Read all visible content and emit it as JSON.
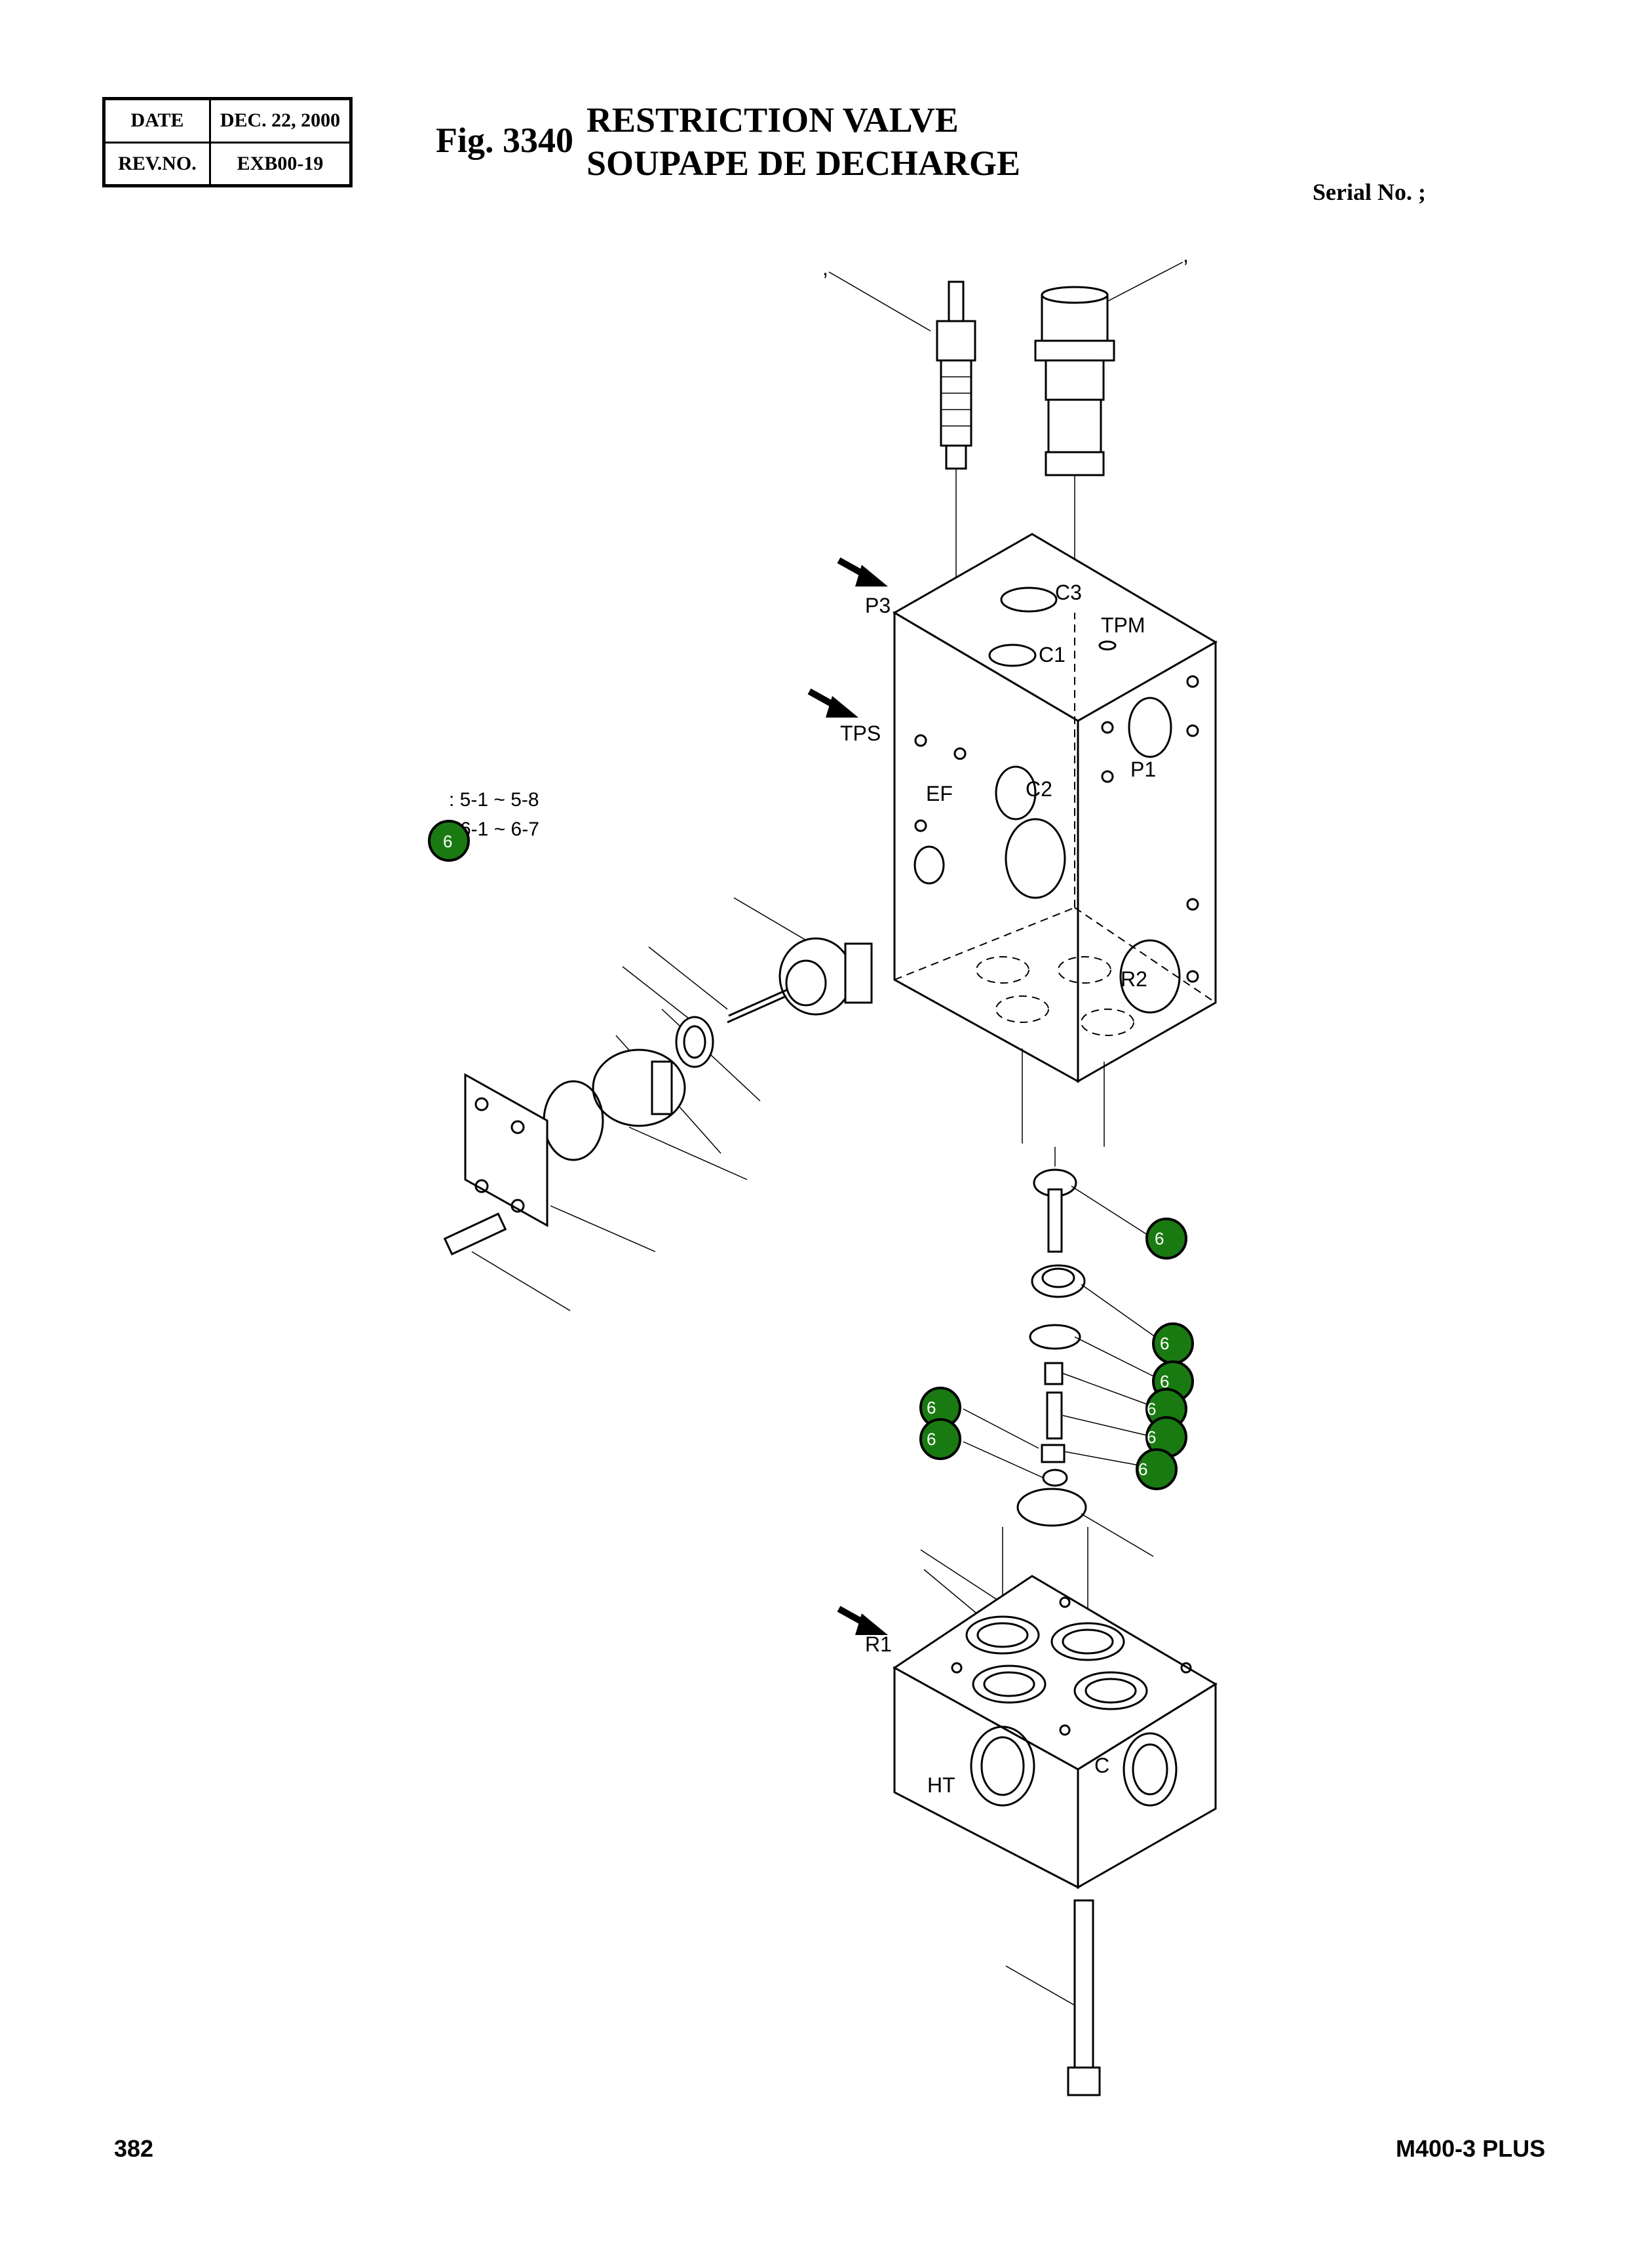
{
  "header": {
    "date_label": "DATE",
    "date_value": "DEC. 22, 2000",
    "rev_label": "REV.NO.",
    "rev_value": "EXB00-19",
    "fig_number": "Fig. 3340",
    "title_en": "RESTRICTION VALVE",
    "title_fr": "SOUPAPE DE DECHARGE",
    "serial": "Serial No. ;"
  },
  "drawing": {
    "port_labels": [
      "P3",
      "C3",
      "TPM",
      "C1",
      "TPS",
      "P1",
      "EF",
      "C2",
      "R2",
      "R1",
      "HT",
      "C"
    ],
    "callout_lines": [
      ": 5-1 ~ 5-8",
      "6-1 ~ 6-7"
    ],
    "top_callout_marks": [
      ",",
      ","
    ],
    "bubble_label": "6",
    "colors": {
      "bubble": "#1a7a12",
      "line": "#000000"
    }
  },
  "footer": {
    "page_number": "382",
    "model": "M400-3 PLUS"
  }
}
